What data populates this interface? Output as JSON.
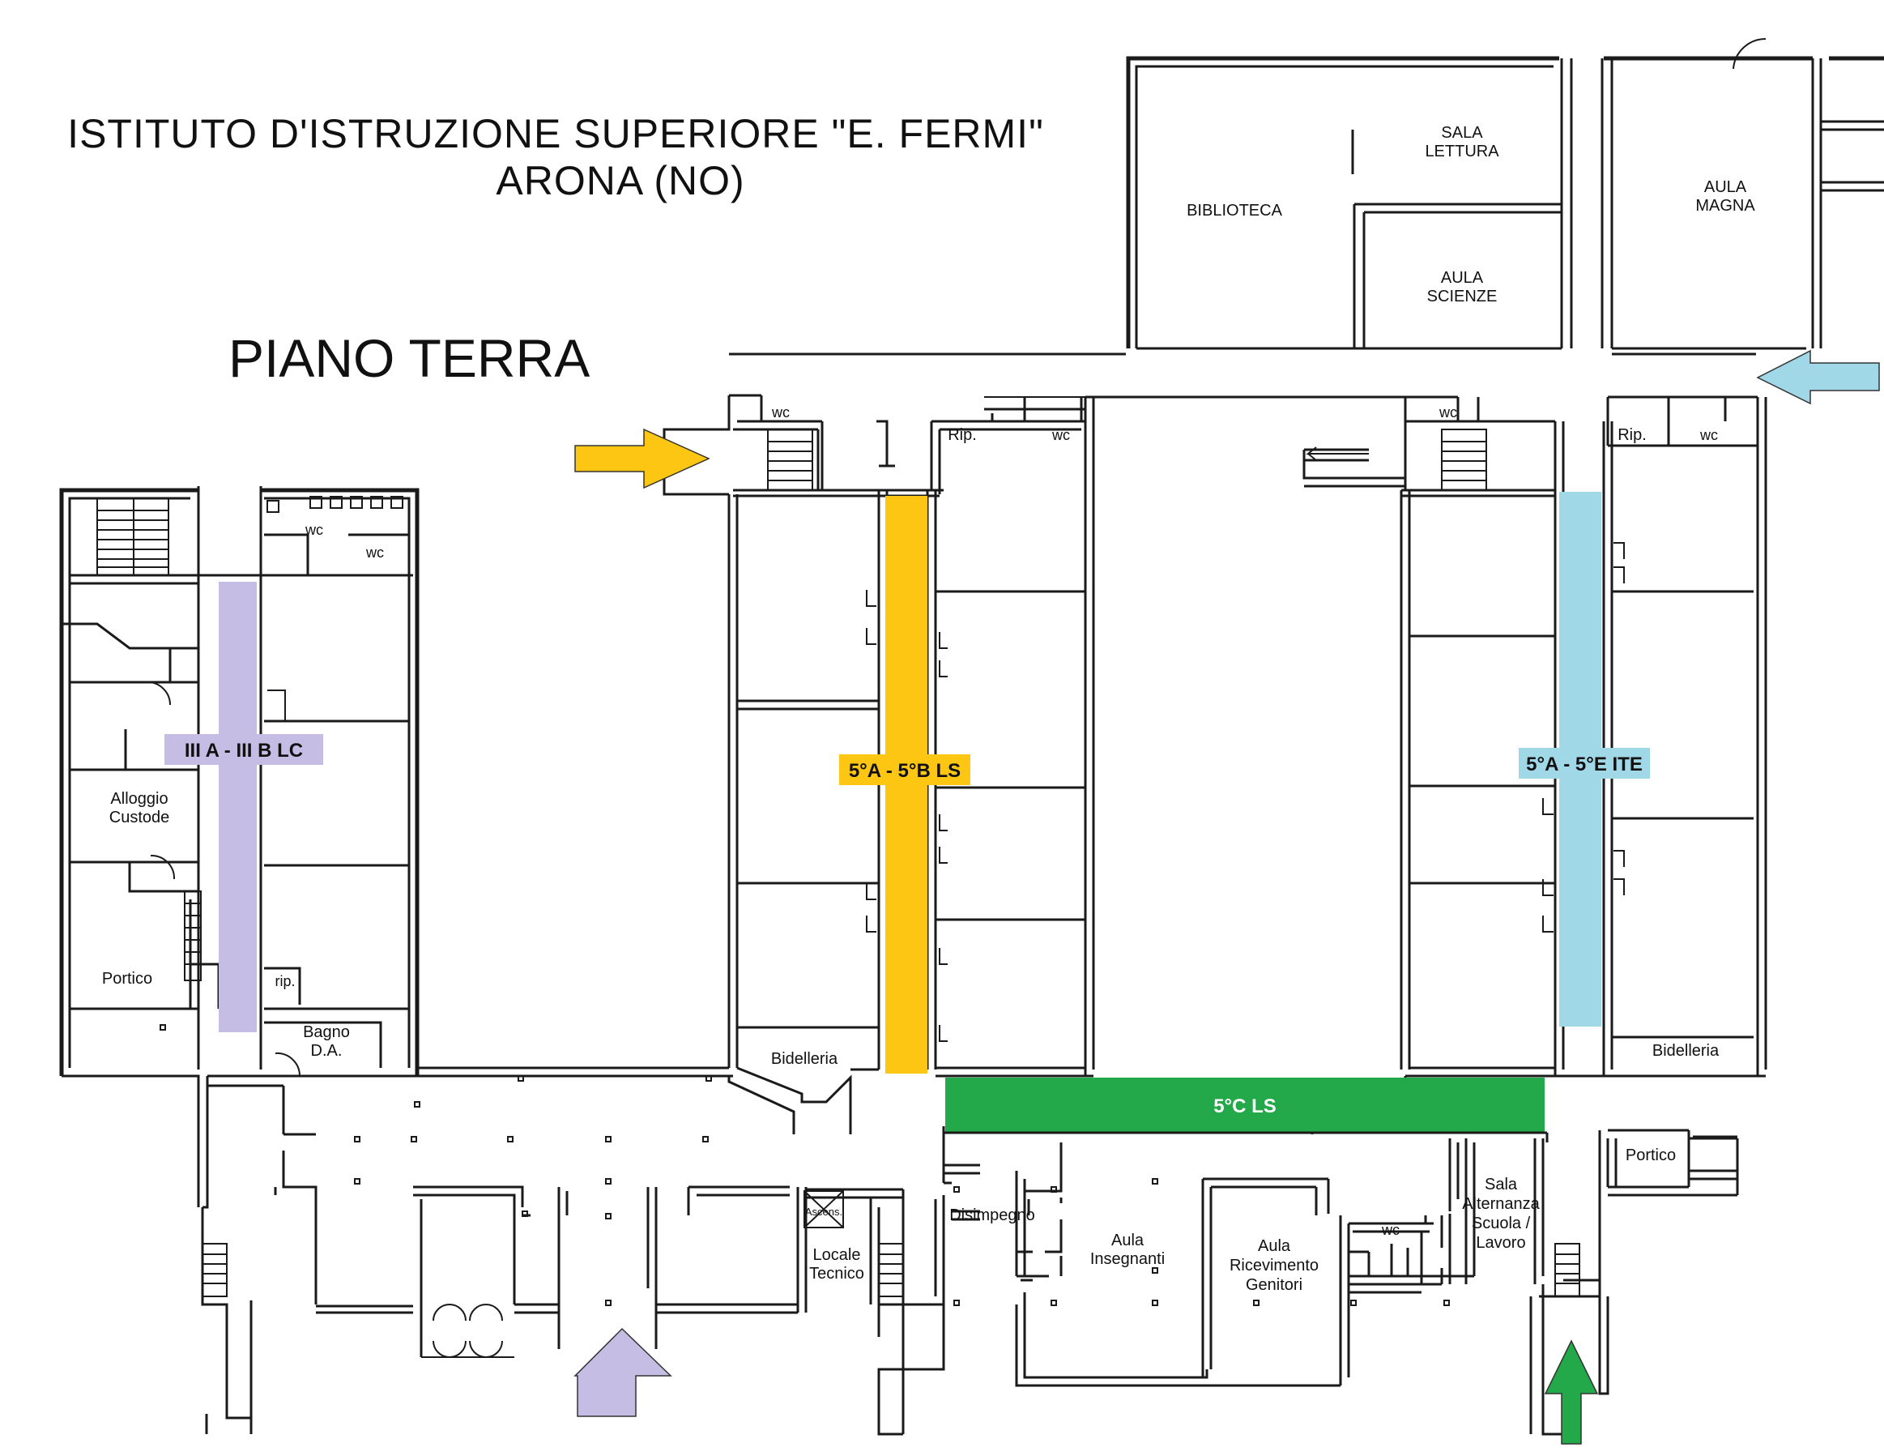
{
  "title": {
    "line1": "ISTITUTO  D'ISTRUZIONE  SUPERIORE \"E. FERMI\"",
    "line2": "ARONA  (NO)"
  },
  "floor": "PIANO TERRA",
  "rooms": {
    "sala_lettura": [
      "SALA",
      "LETTURA"
    ],
    "biblioteca": "BIBLIOTECA",
    "aula_scienze": [
      "AULA",
      "SCIENZE"
    ],
    "aula_magna": [
      "AULA",
      "MAGNA"
    ],
    "alloggio": [
      "Alloggio",
      "Custode"
    ],
    "portico_left": "Portico",
    "rip_left": "rip.",
    "bagno": [
      "Bagno",
      "D.A."
    ],
    "bidelleria_mid": "Bidelleria",
    "bidelleria_right": "Bidelleria",
    "rip_mid": "Rip.",
    "rip_right": "Rip.",
    "wc": "wc",
    "portico_right": "Portico",
    "disimpegno": "Disimpegno",
    "aula_insegnanti": [
      "Aula",
      "Insegnanti"
    ],
    "aula_ricevimento": [
      "Aula",
      "Ricevimento",
      "Genitori"
    ],
    "sala_alternanza": [
      "Sala",
      "Alternanza",
      "Scuola /",
      "Lavoro"
    ],
    "locale_tecnico": [
      "Locale",
      "Tecnico"
    ],
    "ascens": "Ascens."
  },
  "zones": {
    "purple": {
      "label": "III A - III B LC",
      "color": "#c5bde3"
    },
    "yellow": {
      "label": "5°A - 5°B LS",
      "color": "#fcc613"
    },
    "blue": {
      "label": "5°A - 5°E ITE",
      "color": "#a1d8e8"
    },
    "green": {
      "label": "5°C LS",
      "color": "#23a84a"
    }
  }
}
